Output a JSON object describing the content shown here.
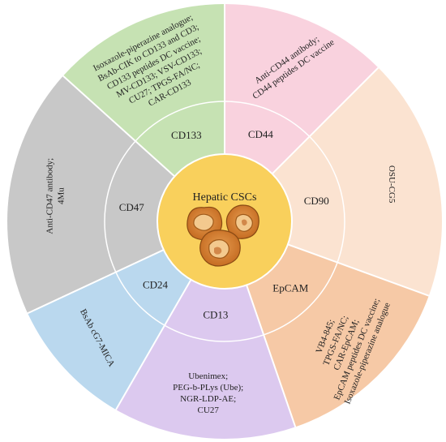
{
  "center": {
    "title": "Hepatic CSCs",
    "circle_color": "#f9d05c",
    "icon": "cancer-stem-cells-illustration"
  },
  "segments": [
    {
      "id": "cd44",
      "marker": "CD44",
      "color": "#f9d2de",
      "drugs": [
        "Anti-CD44 antibody;",
        "CD44 peptides DC vaccine"
      ]
    },
    {
      "id": "cd90",
      "marker": "CD90",
      "color": "#fbe3d1",
      "drugs": [
        "OSU-CG5"
      ]
    },
    {
      "id": "epcam",
      "marker": "EpCAM",
      "color": "#f6c9a6",
      "drugs": [
        "VB4-845;",
        "TPGS-FA/NC;",
        "CAR-EpCAM;",
        "EpCAM peptides DC vaccine;",
        "Isoxazole-piperazine analogue"
      ]
    },
    {
      "id": "cd13",
      "marker": "CD13",
      "color": "#dcc9ef",
      "drugs": [
        "Ubenimex;",
        "PEG-b-PLys (Ube);",
        "NGR-LDP-AE;",
        "CU27"
      ]
    },
    {
      "id": "cd24",
      "marker": "CD24",
      "color": "#bad8ee",
      "drugs": [
        "BsAb cG7-MICA"
      ]
    },
    {
      "id": "cd47",
      "marker": "CD47",
      "color": "#c8c8c8",
      "drugs": [
        "Anti-CD47 antibody;",
        "4Mu"
      ]
    },
    {
      "id": "cd133",
      "marker": "CD133",
      "color": "#c6e2b3",
      "drugs": [
        "Isoxazole-piperazine analogue;",
        "BsAb-CIK to CD133 and CD3;",
        "CD133 peptides DC vaccine;",
        "MV-CD133; VSV-CD133;",
        "CU27; TPGS-FA/NC;",
        "CAR-CD133"
      ]
    }
  ]
}
